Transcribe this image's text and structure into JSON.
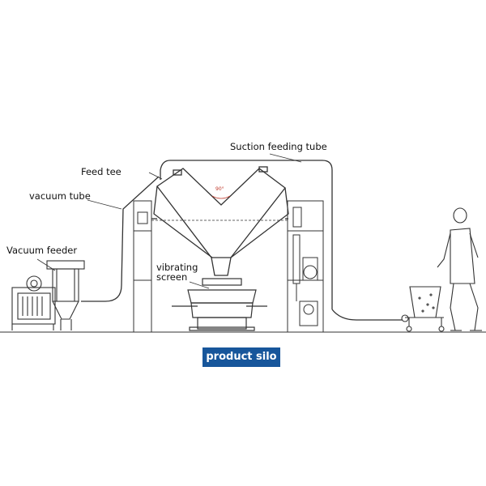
{
  "labels": {
    "suction_feeding_tube": "Suction feeding tube",
    "feed_tee": "Feed tee",
    "vacuum_tube": "vacuum tube",
    "vacuum_feeder": "Vacuum feeder",
    "vibrating_screen_line1": "vibrating",
    "vibrating_screen_line2": "screen",
    "product_silo": "product silo",
    "angle_mark": "90°"
  },
  "colors": {
    "line": "#333333",
    "angle_mark": "#c0392b",
    "badge_bg": "#17569b",
    "badge_text": "#ffffff"
  }
}
